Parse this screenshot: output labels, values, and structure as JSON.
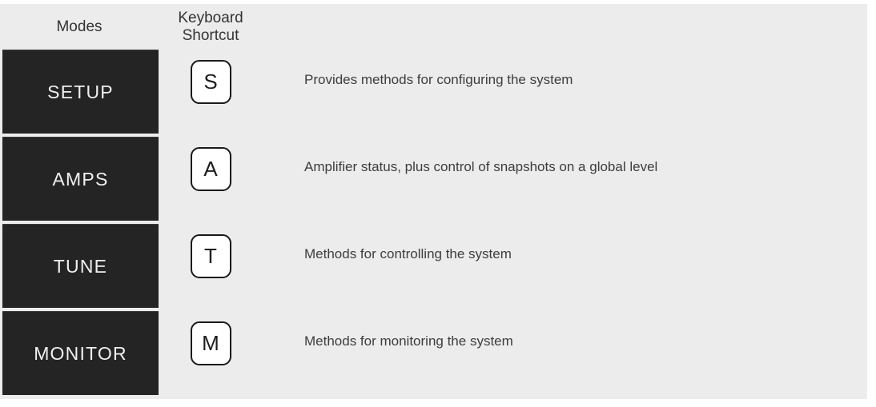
{
  "panel": {
    "background_color": "#ececec",
    "mode_box_color": "#242424",
    "mode_text_color": "#f0f0f0",
    "description_text_color": "#3d3d3d"
  },
  "table": {
    "headers": {
      "modes": "Modes",
      "shortcut": "Keyboard Shortcut"
    },
    "rows": [
      {
        "mode": "SETUP",
        "key": "S",
        "description": "Provides methods for configuring the system"
      },
      {
        "mode": "AMPS",
        "key": "A",
        "description": "Amplifier status, plus control of snapshots on a global level"
      },
      {
        "mode": "TUNE",
        "key": "T",
        "description": "Methods for controlling the system"
      },
      {
        "mode": "MONITOR",
        "key": "M",
        "description": "Methods for monitoring the system"
      }
    ]
  }
}
